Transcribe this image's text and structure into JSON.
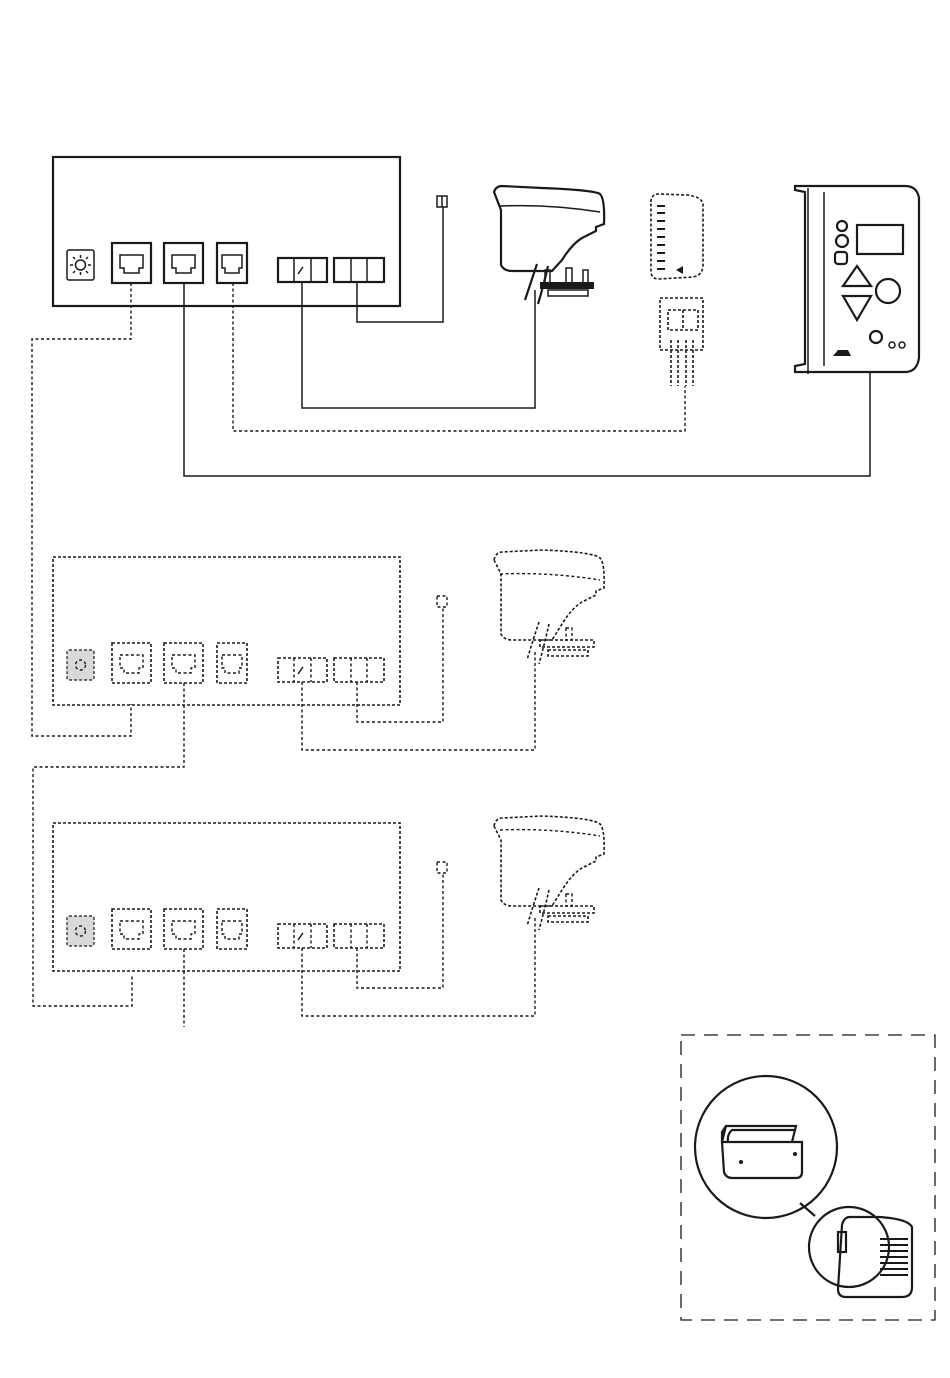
{
  "colors": {
    "line": "#1a1a1a",
    "background": "#ffffff",
    "shade": "#d9d9d9"
  },
  "controllers": [
    {
      "style": "solid",
      "ports": [
        "dial",
        "rj-1",
        "rj-2",
        "rj-3",
        "terminal-3",
        "terminal-3"
      ]
    },
    {
      "style": "dashed",
      "ports": [
        "dial",
        "rj-1",
        "rj-2",
        "rj-3",
        "terminal-3",
        "terminal-3"
      ]
    },
    {
      "style": "dashed",
      "ports": [
        "dial",
        "rj-1",
        "rj-2",
        "rj-3",
        "terminal-3",
        "terminal-3"
      ]
    }
  ],
  "devices": [
    {
      "icon": "valve-actuator-icon",
      "style": "solid"
    },
    {
      "icon": "room-sensor-icon",
      "style": "dashed"
    },
    {
      "icon": "room-thermostat-icon",
      "style": "solid"
    },
    {
      "icon": "valve-actuator-icon",
      "style": "dashed"
    },
    {
      "icon": "valve-actuator-icon",
      "style": "dashed"
    },
    {
      "icon": "plug-adapter-icon",
      "style": "solid"
    }
  ],
  "optional_box": {
    "style": "long-dash"
  }
}
